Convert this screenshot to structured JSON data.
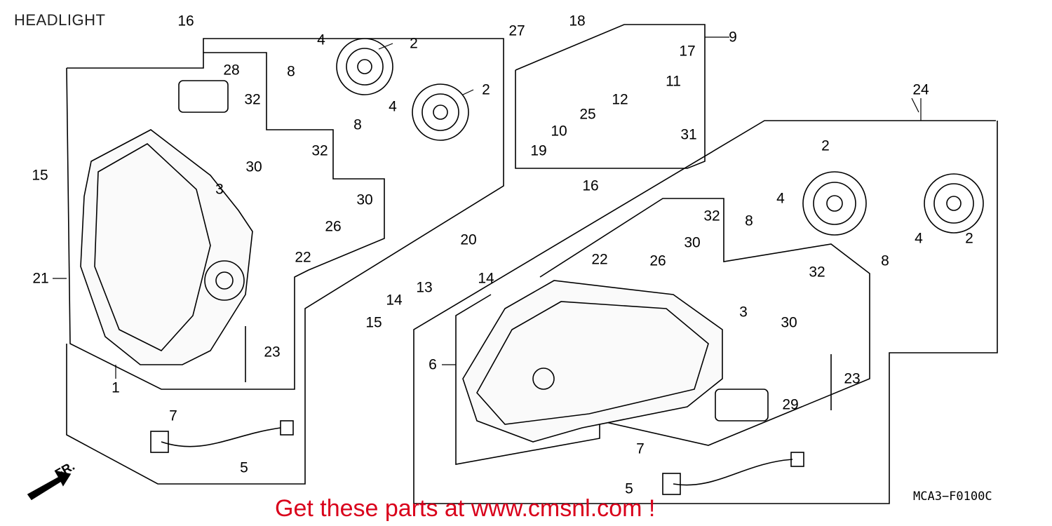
{
  "title": "HEADLIGHT",
  "diagram_code": "MCA3−F0100C",
  "promo": "Get these parts at www.cmsnl.com !",
  "front_marker": "FR.",
  "colors": {
    "promo": "#d9001b",
    "line": "#000000"
  },
  "callouts": [
    "16",
    "28",
    "4",
    "2",
    "2",
    "8",
    "32",
    "4",
    "8",
    "32",
    "30",
    "30",
    "3",
    "15",
    "26",
    "22",
    "21",
    "23",
    "1",
    "7",
    "5",
    "27",
    "18",
    "9",
    "17",
    "11",
    "12",
    "25",
    "10",
    "19",
    "31",
    "24",
    "16",
    "20",
    "13",
    "14",
    "14",
    "15",
    "22",
    "26",
    "32",
    "30",
    "4",
    "8",
    "2",
    "2",
    "4",
    "8",
    "32",
    "30",
    "3",
    "6",
    "23",
    "29",
    "7",
    "5"
  ]
}
